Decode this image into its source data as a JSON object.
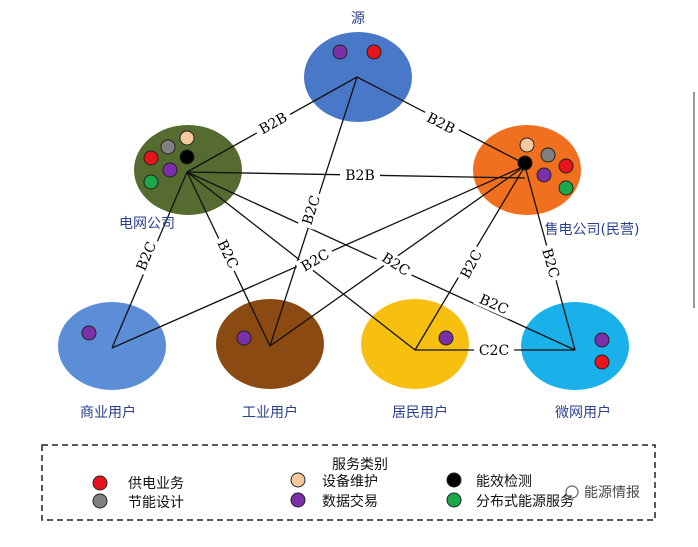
{
  "colors": {
    "source": "#4a78c8",
    "grid_company": "#556b2f",
    "sales_company": "#f07020",
    "commercial": "#5b8ed6",
    "industrial": "#8b4a12",
    "residential": "#f7c010",
    "micro": "#1ab0ea",
    "node_label": "#2a3f8f",
    "service_supply": "#e8141c",
    "service_energy_saving": "#808080",
    "service_equipment": "#f5c8a0",
    "service_data": "#7b2fa8",
    "service_efficiency": "#000000",
    "service_distributed": "#19a94a"
  },
  "nodes": {
    "source": {
      "label": "源"
    },
    "grid_company": {
      "label": "电网公司"
    },
    "sales_company": {
      "label": "售电公司(民营)"
    },
    "commercial": {
      "label": "商业用户"
    },
    "industrial": {
      "label": "工业用户"
    },
    "residential": {
      "label": "居民用户"
    },
    "micro": {
      "label": "微网用户"
    }
  },
  "edges": [
    {
      "from": "grid_company",
      "to": "source",
      "label": "B2B"
    },
    {
      "from": "sales_company",
      "to": "source",
      "label": "B2B"
    },
    {
      "from": "grid_company",
      "to": "sales_company",
      "label": "B2B"
    },
    {
      "from": "grid_company",
      "to": "industrial",
      "label": "B2C"
    },
    {
      "from": "grid_company",
      "to": "commercial",
      "label": "B2C"
    },
    {
      "from": "source",
      "to": "industrial",
      "label": "B2C"
    },
    {
      "from": "sales_company",
      "to": "industrial",
      "label": "B2C"
    },
    {
      "from": "grid_company",
      "to": "residential",
      "label": "B2C"
    },
    {
      "from": "sales_company",
      "to": "residential",
      "label": "B2C"
    },
    {
      "from": "sales_company",
      "to": "micro",
      "label": "B2C"
    },
    {
      "from": "grid_company",
      "to": "micro",
      "label": "B2C"
    },
    {
      "from": "residential",
      "to": "micro",
      "label": "C2C"
    },
    {
      "from": "sales_company",
      "to": "commercial",
      "label": ""
    }
  ],
  "legend": {
    "title": "服务类别",
    "items": [
      {
        "label": "供电业务",
        "color": "#e8141c"
      },
      {
        "label": "设备维护",
        "color": "#f5c8a0"
      },
      {
        "label": "能效检测",
        "color": "#000000"
      },
      {
        "label": "节能设计",
        "color": "#808080"
      },
      {
        "label": "数据交易",
        "color": "#7b2fa8"
      },
      {
        "label": "分布式能源服务",
        "color": "#19a94a"
      }
    ]
  },
  "watermark": {
    "text": "能源情报"
  }
}
